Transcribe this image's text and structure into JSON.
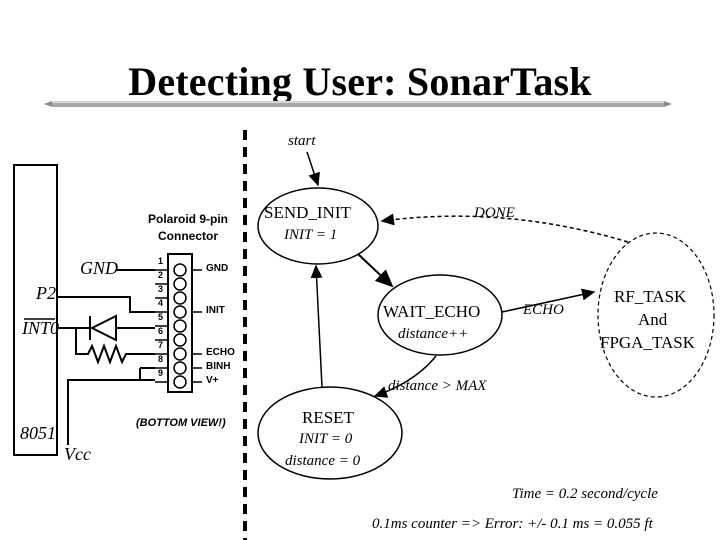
{
  "title": "Detecting User: SonarTask",
  "schematic": {
    "connector_title_line1": "Polaroid 9-pin",
    "connector_title_line2": "Connector",
    "pin_numbers": [
      "1",
      "2",
      "3",
      "4",
      "5",
      "6",
      "7",
      "8",
      "9"
    ],
    "pin_labels": [
      "GND",
      "INIT",
      "ECHO",
      "BINH",
      "V+"
    ],
    "left_labels": {
      "gnd": "GND",
      "p2": "P2",
      "init0": "INT0",
      "chip": "8051",
      "vcc": "Vcc"
    },
    "bottom_view": "(BOTTOM VIEW!)"
  },
  "state_machine": {
    "start": "start",
    "states": [
      {
        "name": "SEND_INIT",
        "action": "INIT = 1"
      },
      {
        "name": "WAIT_ECHO",
        "action": "distance++"
      },
      {
        "name": "RESET",
        "action_line1": "INIT = 0",
        "action_line2": "distance = 0"
      },
      {
        "name_line1": "RF_TASK",
        "name_line2": "And",
        "name_line3": "FPGA_TASK"
      }
    ],
    "transitions": {
      "done": "DONE",
      "echo": "ECHO",
      "overflow": "distance > MAX"
    }
  },
  "notes": {
    "time": "Time = 0.2 second/cycle",
    "error": "0.1ms counter => Error: +/- 0.1 ms = 0.055 ft"
  }
}
